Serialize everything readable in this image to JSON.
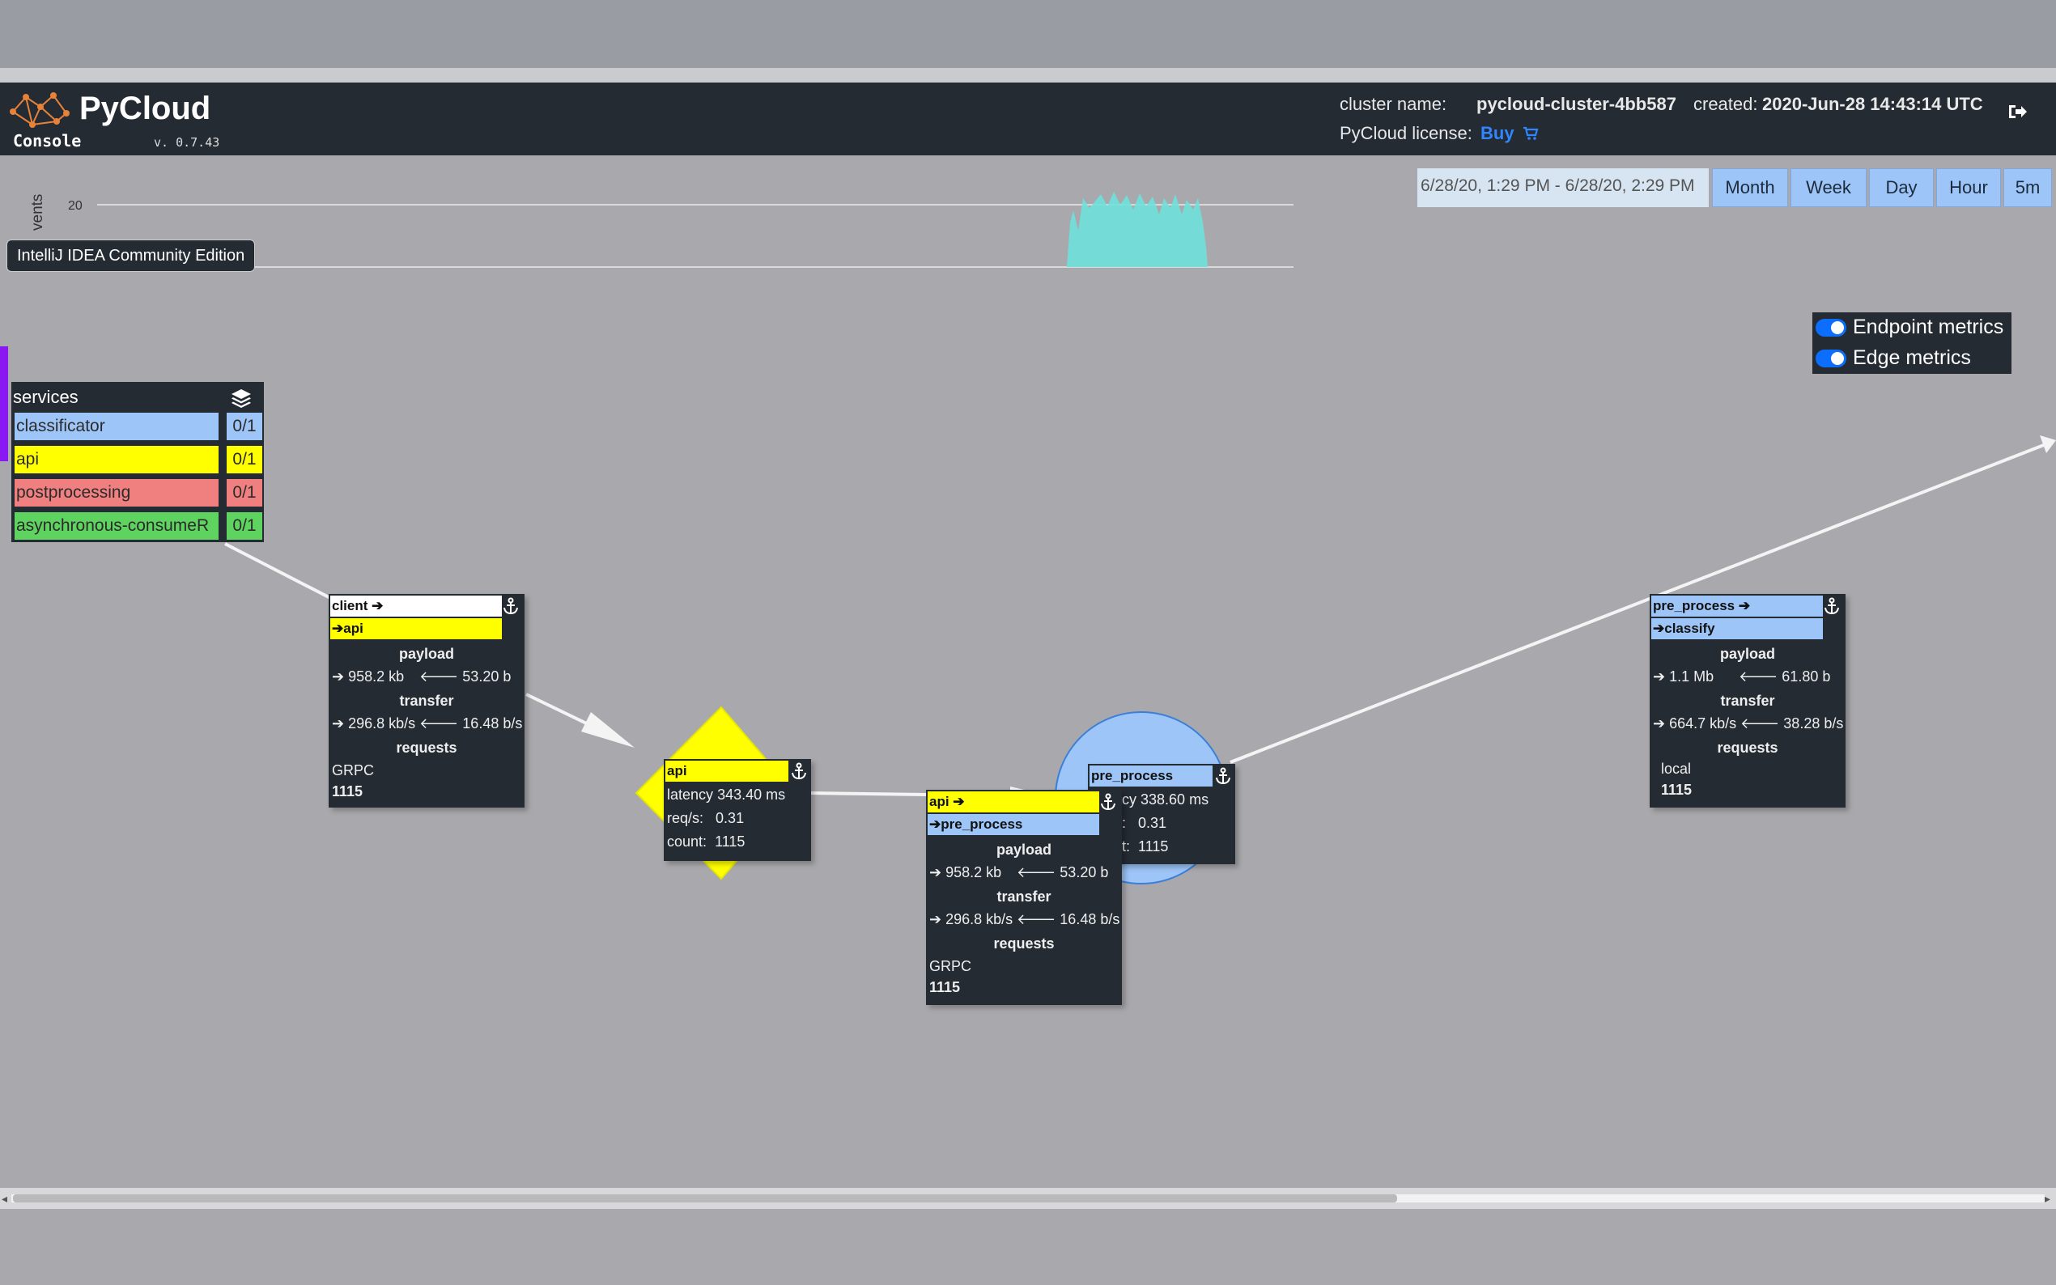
{
  "header": {
    "brand": "PyCloud",
    "console": "Console",
    "version": "v. 0.7.43",
    "cluster_label": "cluster name:",
    "cluster_value": "pycloud-cluster-4bb587",
    "created_label": "created:",
    "created_value": "2020-Jun-28 14:43:14 UTC",
    "license_label": "PyCloud license:",
    "license_buy": "Buy",
    "logout_icon": "sign-out-icon"
  },
  "tooltip": "IntelliJ IDEA Community Edition",
  "chart": {
    "ylabel": "vents",
    "ytick": "20"
  },
  "range": {
    "date": "6/28/20, 1:29 PM - 6/28/20, 2:29 PM",
    "buttons": [
      "Month",
      "Week",
      "Day",
      "Hour",
      "5m"
    ]
  },
  "toggles": {
    "endpoint": "Endpoint metrics",
    "edge": "Edge metrics"
  },
  "services": {
    "title": "services",
    "items": [
      {
        "name": "classificator",
        "count": "0/1",
        "color": "#9dc5f7"
      },
      {
        "name": "api",
        "count": "0/1",
        "color": "#ffff00"
      },
      {
        "name": "postprocessing",
        "count": "0/1",
        "color": "#f08080"
      },
      {
        "name": "asynchronous-consumeR",
        "count": "0/1",
        "color": "#5fd35f"
      }
    ]
  },
  "edge_client_api": {
    "from": "client",
    "to": "api",
    "payload_label": "payload",
    "payload_out": "958.2 kb",
    "payload_in": "53.20 b",
    "transfer_label": "transfer",
    "transfer_out": "296.8 kb/s",
    "transfer_in": "16.48 b/s",
    "requests_label": "requests",
    "protocol": "GRPC",
    "count": "1115"
  },
  "node_api": {
    "name": "api",
    "latency_label": "latency",
    "latency": "343.40 ms",
    "reqs_label": "req/s:",
    "reqs": "0.31",
    "count_label": "count:",
    "count": "1115"
  },
  "edge_api_pre": {
    "from": "api",
    "to": "pre_process",
    "payload_label": "payload",
    "payload_out": "958.2 kb",
    "payload_in": "53.20 b",
    "transfer_label": "transfer",
    "transfer_out": "296.8 kb/s",
    "transfer_in": "16.48 b/s",
    "requests_label": "requests",
    "protocol": "GRPC",
    "count": "1115"
  },
  "node_pre": {
    "name": "pre_process",
    "latency_label": "cy",
    "latency": "338.60 ms",
    "reqs_label": ":",
    "reqs": "0.31",
    "count_label": "t:",
    "count": "1115"
  },
  "edge_pre_classify": {
    "from": "pre_process",
    "to": "classify",
    "payload_label": "payload",
    "payload_out": "1.1 Mb",
    "payload_in": "61.80 b",
    "transfer_label": "transfer",
    "transfer_out": "664.7 kb/s",
    "transfer_in": "38.28 b/s",
    "requests_label": "requests",
    "protocol": "local",
    "count": "1115"
  }
}
